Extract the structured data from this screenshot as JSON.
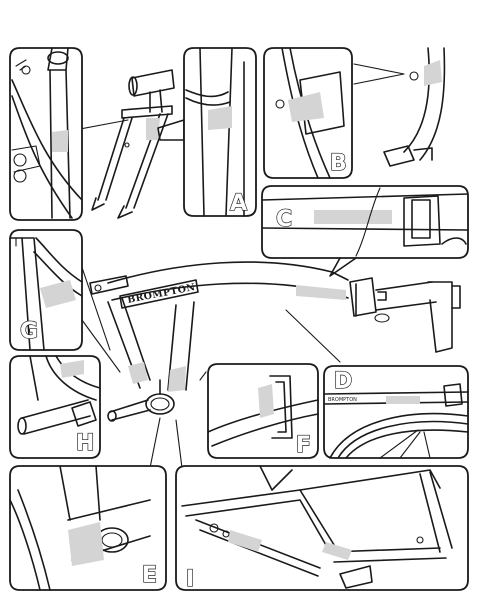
{
  "brand_label": "BROMPTON",
  "panel_letters": {
    "a": "A",
    "b": "B",
    "c": "C",
    "d": "D",
    "e": "E",
    "f": "F",
    "g": "G",
    "h": "H",
    "i": "I"
  },
  "fork_tag": "BROMPTON"
}
